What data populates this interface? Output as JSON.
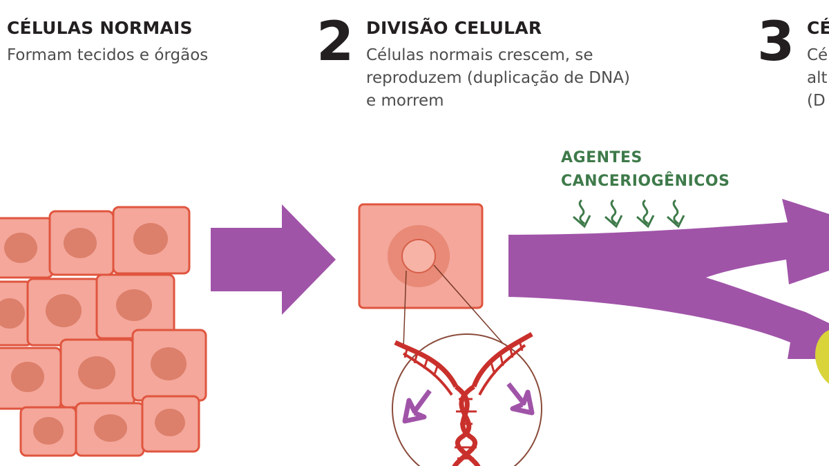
{
  "steps": [
    {
      "number": "",
      "title": "CÉLULAS NORMAIS",
      "description": "Formam tecidos e órgãos"
    },
    {
      "number": "2",
      "title": "DIVISÃO CELULAR",
      "description_lines": [
        "Células normais crescem, se",
        "reproduzem (duplicação de DNA)",
        "e morrem"
      ]
    },
    {
      "number": "3",
      "title": "CÉ",
      "description_lines": [
        "Cé",
        "alt",
        "(D"
      ]
    }
  ],
  "agents": {
    "lines": [
      "AGENTES",
      "CANCERIOGÊNICOS"
    ]
  },
  "colors": {
    "cell_fill": "#f4a79a",
    "cell_border": "#e0553f",
    "nucleus": "#dc7f6b",
    "arrow": "#a054a8",
    "dna": "#c9302c",
    "agent_green": "#3e7a4a",
    "yellow_cell": "#d8d43a"
  }
}
